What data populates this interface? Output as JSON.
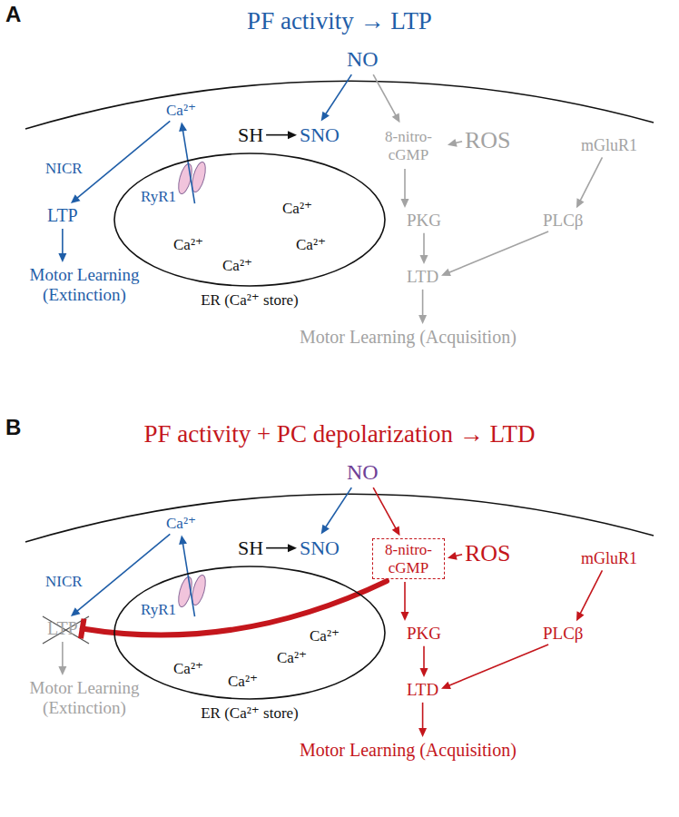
{
  "diagram": {
    "nodes": [
      {
        "text": [
          "NO"
        ]
      },
      {
        "text": [
          "Ca²⁺"
        ]
      },
      {
        "text": [
          "SH"
        ]
      },
      {
        "text": [
          "SNO"
        ]
      },
      {
        "text": [
          "8-nitro-cGMP"
        ]
      },
      {
        "text": [
          "ROS"
        ]
      },
      {
        "text": [
          "mGluR1"
        ]
      },
      {
        "text": [
          "Ca²⁺",
          "Ca²⁺",
          "Ca²⁺",
          "Ca²⁺",
          "ER (Ca²⁺ store)"
        ]
      },
      {
        "text": [
          "LTP"
        ]
      },
      {
        "text": [
          "Motor Learning (Extinction)"
        ]
      },
      {
        "text": [
          "PKG"
        ]
      },
      {
        "text": [
          "PLCβ"
        ]
      },
      {
        "text": [
          "LTD"
        ]
      },
      {
        "text": [
          "Motor Learning (Acquisition)"
        ]
      },
      {
        "text": [
          "NO"
        ]
      },
      {
        "text": [
          "Ca²⁺"
        ]
      },
      {
        "text": [
          "SH"
        ]
      },
      {
        "text": [
          "SNO"
        ]
      },
      {
        "text": [
          "8-nitro-cGMP"
        ]
      },
      {
        "text": [
          "ROS"
        ]
      },
      {
        "text": [
          "mGluR1"
        ]
      },
      {
        "text": [
          "Ca²⁺",
          "Ca²⁺",
          "Ca²⁺",
          "Ca²⁺",
          "ER (Ca²⁺ store)"
        ]
      },
      {
        "text": [
          "LTP"
        ]
      },
      {
        "text": [
          "Motor Learning (Extinction)"
        ]
      },
      {
        "text": [
          "PKG"
        ]
      },
      {
        "text": [
          "PLCβ"
        ]
      },
      {
        "text": [
          "LTD"
        ]
      },
      {
        "text": [
          "Motor Learning (Acquisition)"
        ]
      }
    ],
    "edges": [
      {
        "from": 0,
        "to": 3,
        "arrow": "to"
      },
      {
        "from": 0,
        "to": 4,
        "arrow": "to"
      },
      {
        "from": 2,
        "to": 3,
        "arrow": "to"
      },
      {
        "from": 5,
        "to": 4,
        "arrow": "to"
      },
      {
        "from": 6,
        "to": 11,
        "arrow": "to"
      },
      {
        "from": 11,
        "to": 12,
        "arrow": "to"
      },
      {
        "from": 4,
        "to": 10,
        "arrow": "to"
      },
      {
        "from": 10,
        "to": 12,
        "arrow": "to"
      },
      {
        "from": 12,
        "to": 13,
        "arrow": "to"
      },
      {
        "from": 7,
        "to": 1,
        "arrow": "to"
      },
      {
        "from": 1,
        "to": 8,
        "arrow": "to"
      },
      {
        "from": 8,
        "to": 9,
        "arrow": "to"
      },
      {
        "from": 14,
        "to": 17,
        "arrow": "to"
      },
      {
        "from": 14,
        "to": 18,
        "arrow": "to"
      },
      {
        "from": 16,
        "to": 17,
        "arrow": "to"
      },
      {
        "from": 19,
        "to": 18,
        "arrow": "to"
      },
      {
        "from": 20,
        "to": 25,
        "arrow": "to"
      },
      {
        "from": 25,
        "to": 26,
        "arrow": "to"
      },
      {
        "from": 18,
        "to": 24,
        "arrow": "to"
      },
      {
        "from": 24,
        "to": 26,
        "arrow": "to"
      },
      {
        "from": 26,
        "to": 27,
        "arrow": "to"
      },
      {
        "from": 21,
        "to": 15,
        "arrow": "to"
      },
      {
        "from": 15,
        "to": 22,
        "arrow": "to"
      },
      {
        "from": 22,
        "to": 23,
        "arrow": "to"
      },
      {
        "from": 18,
        "to": 22,
        "arrow": "to"
      }
    ],
    "labels": [
      "A",
      "PF activity → LTP",
      "NICR",
      "RyR1",
      "B",
      "PF activity + PC depolarization → LTD",
      "NICR",
      "RyR1"
    ]
  }
}
